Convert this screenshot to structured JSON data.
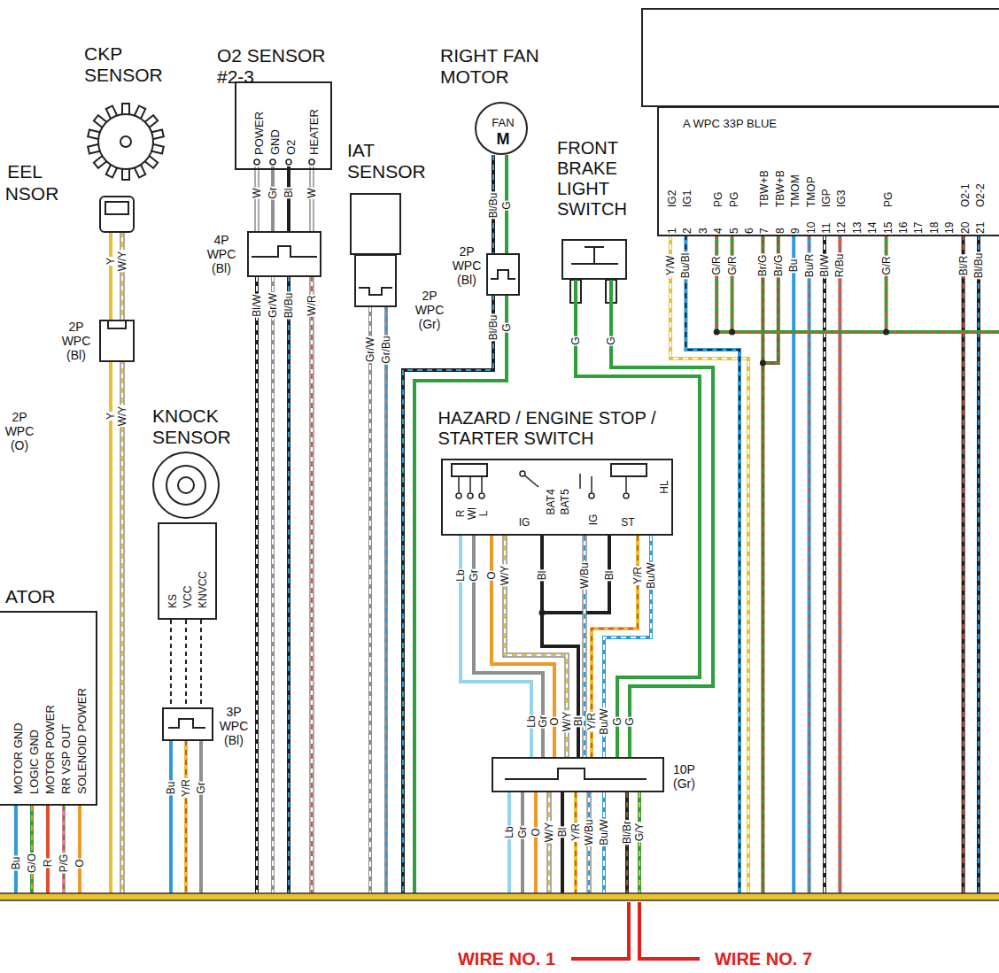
{
  "diagram": {
    "nodes": [
      {
        "text": [
          "CKP SENSOR"
        ]
      },
      {
        "text": [
          "O2 SENSOR #2-3",
          "POWER",
          "GND",
          "O2",
          "HEATER"
        ]
      },
      {
        "text": [
          "IAT SENSOR"
        ]
      },
      {
        "text": [
          "RIGHT FAN MOTOR",
          "FAN",
          "M"
        ]
      },
      {
        "text": [
          "FRONT BRAKE LIGHT SWITCH"
        ]
      },
      {
        "text": [
          "A WPC 33P BLUE",
          "IG2",
          "IG1",
          "PG",
          "PG",
          "TBW+B",
          "TBW+B",
          "TMOM",
          "TMOP",
          "IGP",
          "IG3",
          "PG",
          "O2-1",
          "O2-2",
          "1",
          "2",
          "3",
          "4",
          "5",
          "6",
          "7",
          "8",
          "9",
          "10",
          "11",
          "12",
          "13",
          "14",
          "15",
          "16",
          "17",
          "18",
          "19",
          "20",
          "21"
        ]
      },
      {
        "text": [
          "HAZARD / ENGINE STOP / STARTER SWITCH",
          "R",
          "Wl",
          "L",
          "IG",
          "BAT4",
          "BAT5",
          "IG",
          "ST",
          "HL"
        ]
      },
      {
        "text": [
          "KNOCK SENSOR",
          "KS",
          "VCC",
          "KNVCC"
        ]
      },
      {
        "text": [
          "ATOR",
          "MOTOR GND",
          "LOGIC GND",
          "MOTOR POWER",
          "RR VSP OUT",
          "SOLENOID POWER"
        ]
      },
      {
        "text": [
          "10P (Gr)"
        ]
      }
    ],
    "edges": [
      {
        "from": 6,
        "to": 9,
        "arrow": "none"
      },
      {
        "from": 6,
        "to": 9,
        "arrow": "none"
      },
      {
        "from": 6,
        "to": 9,
        "arrow": "none"
      },
      {
        "from": 6,
        "to": 9,
        "arrow": "none"
      },
      {
        "from": 6,
        "to": 9,
        "arrow": "none"
      },
      {
        "from": 6,
        "to": 9,
        "arrow": "none"
      },
      {
        "from": 6,
        "to": 9,
        "arrow": "none"
      },
      {
        "from": 6,
        "to": 9,
        "arrow": "none"
      },
      {
        "from": 4,
        "to": 9,
        "arrow": "none"
      },
      {
        "from": 4,
        "to": 9,
        "arrow": "none"
      }
    ],
    "labels": [
      "EEL",
      "NSOR",
      "2P WPC (Bl)",
      "Y",
      "W/Y",
      "Y",
      "W/Y",
      "2P WPC (O)",
      "W",
      "Gr",
      "Bl",
      "W",
      "4P WPC (Bl)",
      "Bl/W",
      "Gr/W",
      "Bl/Bu",
      "W/R",
      "2P WPC (Gr)",
      "Gr/W",
      "Gr/Bu",
      "Bl/Bu",
      "G",
      "2P WPC (Bl)",
      "Bl/Bu",
      "G",
      "G",
      "G",
      "Y/W",
      "Bu/Bl",
      "G/R",
      "G/R",
      "Br/G",
      "Br/G",
      "Bu",
      "Bu/R",
      "Bl/W",
      "R/Bu",
      "G/R",
      "Bl/R",
      "Bl/Bu",
      "Lb",
      "Gr",
      "O",
      "W/Y",
      "Bl",
      "W/Bu",
      "Bl",
      "Y/R",
      "Bu/W",
      "Lb",
      "Gr",
      "O",
      "W/Y",
      "Bl",
      "Y/R",
      "Bu/W",
      "G",
      "G",
      "Lb",
      "Gr",
      "O",
      "W/Y",
      "Bl",
      "Y/R",
      "W/Bu",
      "Bu/W",
      "Bl/Br",
      "G/Y",
      "3P WPC (Bl)",
      "Bu",
      "Y/R",
      "Gr",
      "Bu",
      "G/O",
      "R",
      "P/G",
      "O",
      "WIRE NO. 1",
      "WIRE NO. 7"
    ]
  }
}
